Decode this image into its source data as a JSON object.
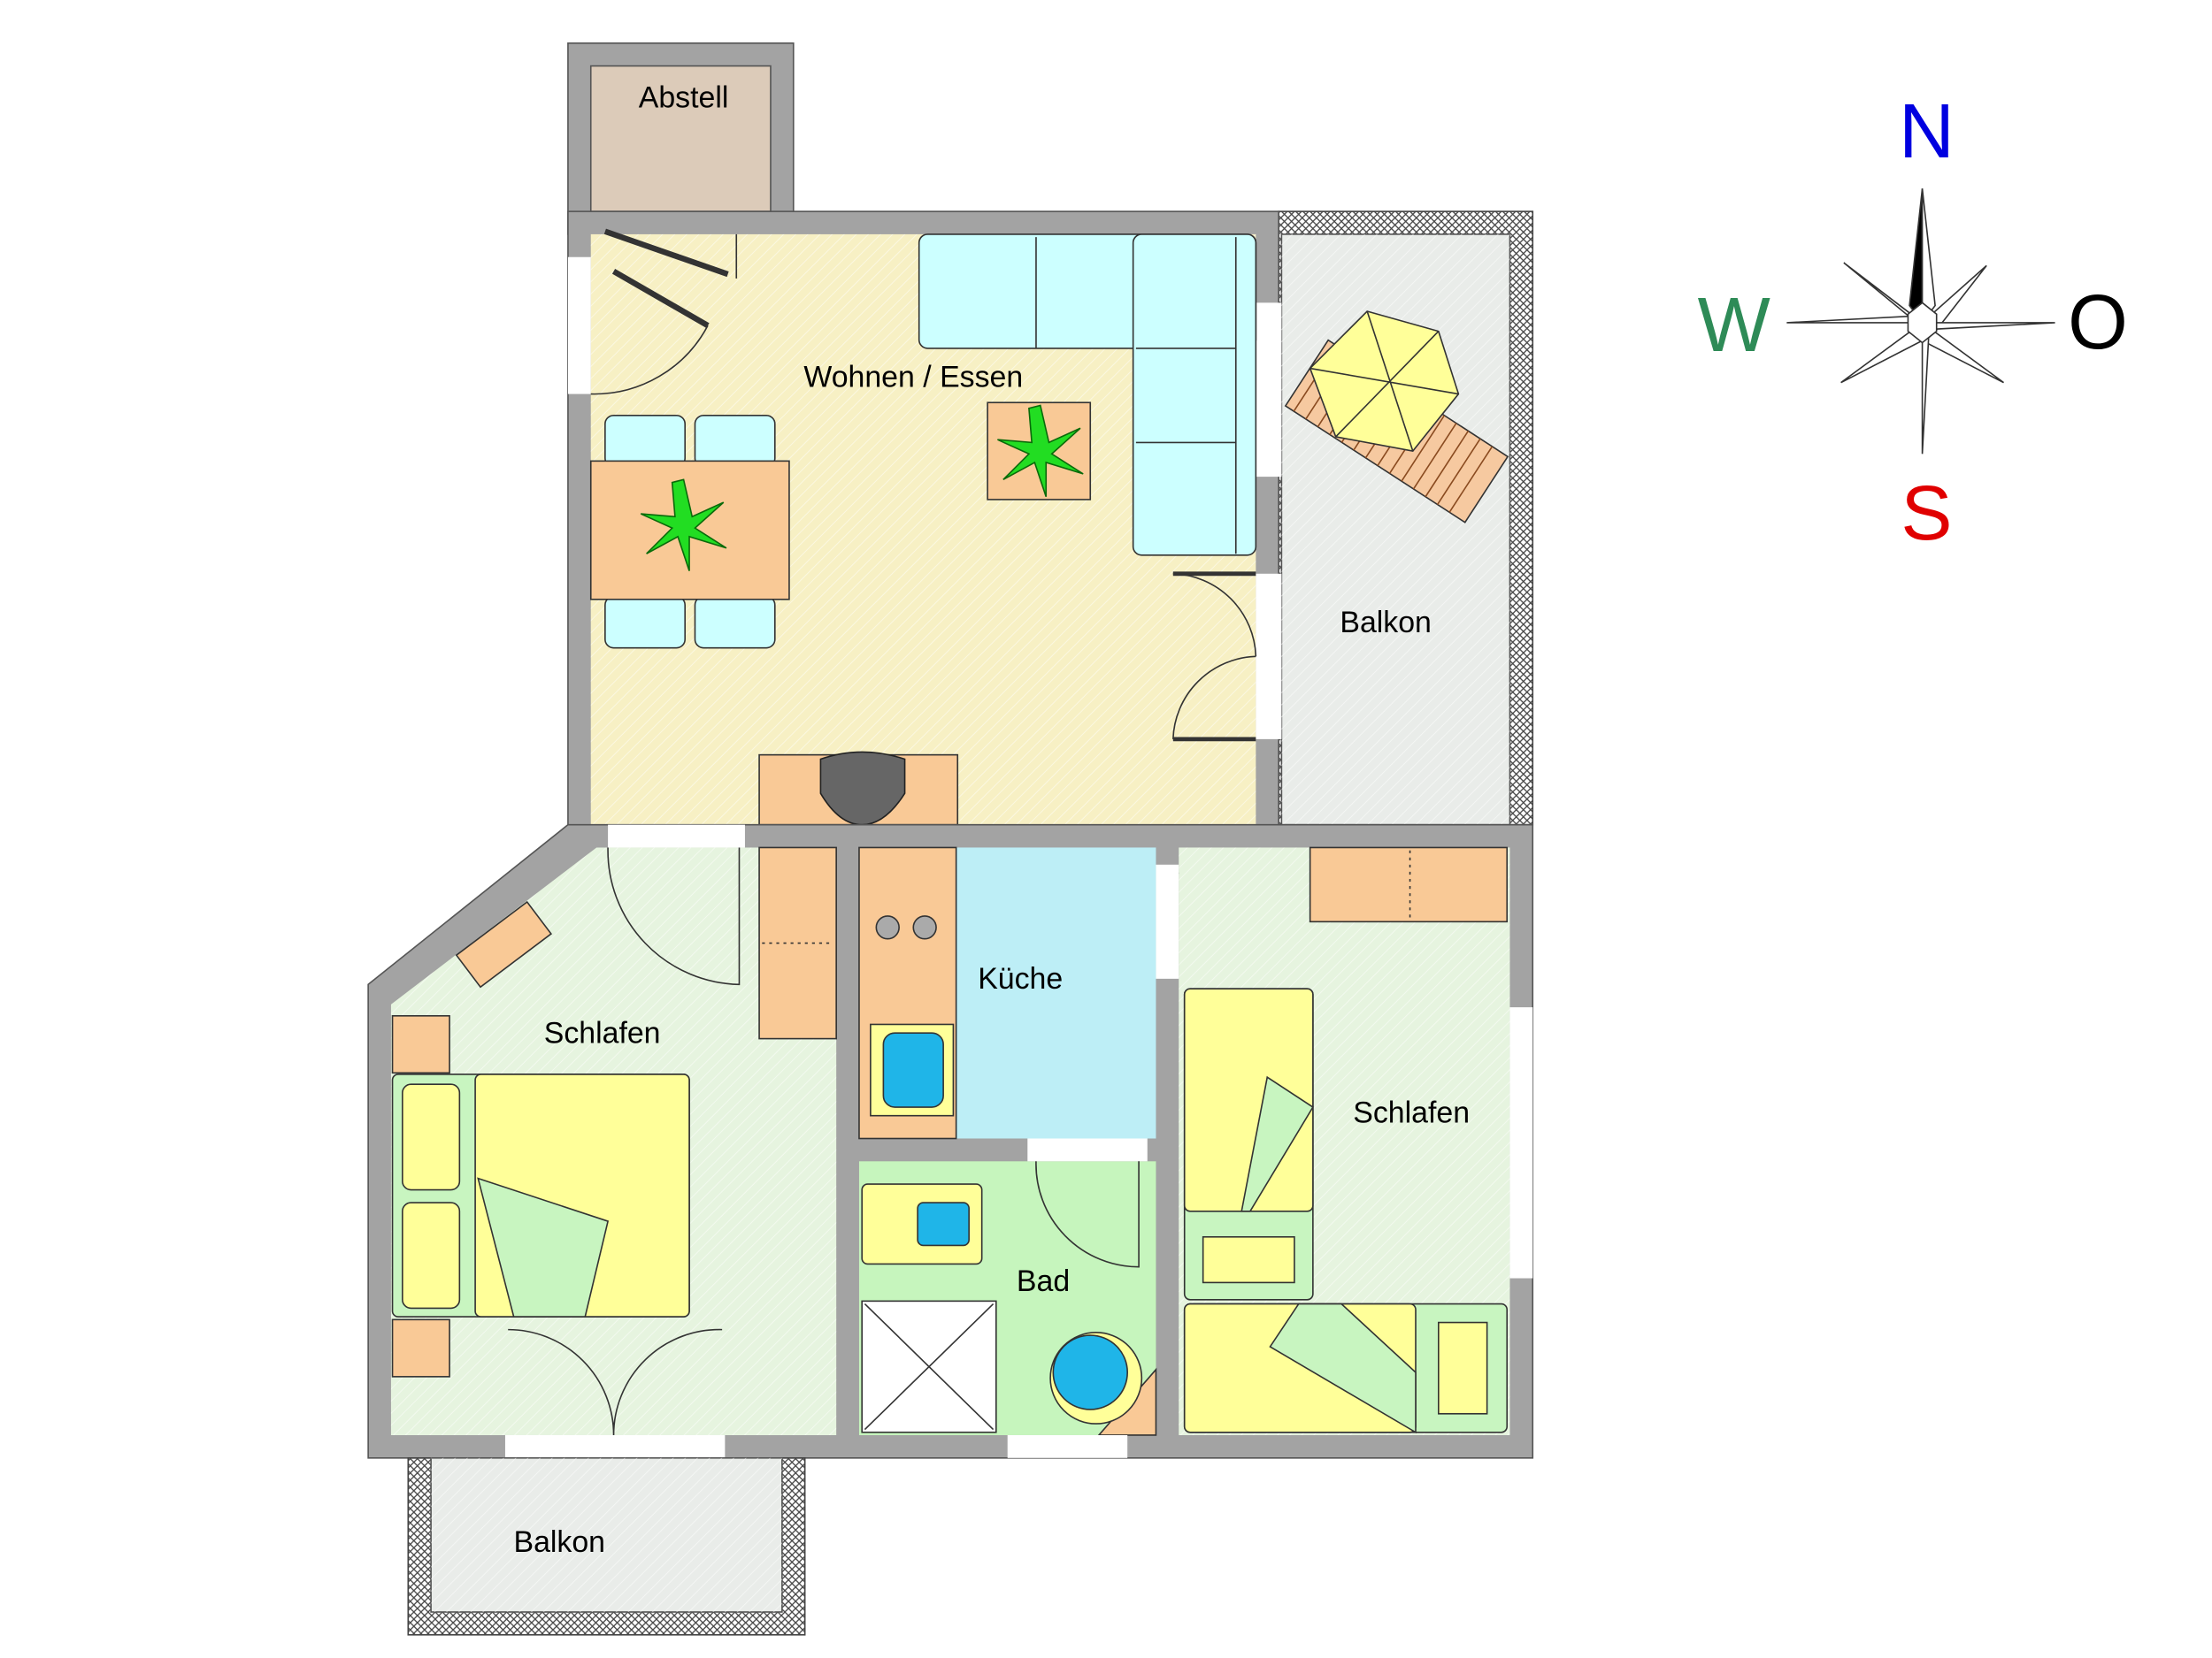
{
  "rooms": {
    "abstell": "Abstell",
    "wohnen": "Wohnen / Essen",
    "balkon_east": "Balkon",
    "kueche": "Küche",
    "schlafen_west": "Schlafen",
    "schlafen_east": "Schlafen",
    "bad": "Bad",
    "balkon_south": "Balkon"
  },
  "compass": {
    "north": "N",
    "south": "S",
    "west": "W",
    "east": "O",
    "colors": {
      "north": "#0000e0",
      "south": "#e00000",
      "west": "#2e8b57",
      "east": "#000000"
    }
  },
  "colors": {
    "wall": "#a3a3a3",
    "living": "#f7f0c4",
    "bedroom": "#e6f4df",
    "kitchen": "#bdeef6",
    "bath": "#c6f5bd",
    "balcony": "#e9ece9",
    "storage": "#dccbb9",
    "furniture": "#f9c996",
    "sofa": "#ccffff",
    "bed": "#ffff99"
  }
}
